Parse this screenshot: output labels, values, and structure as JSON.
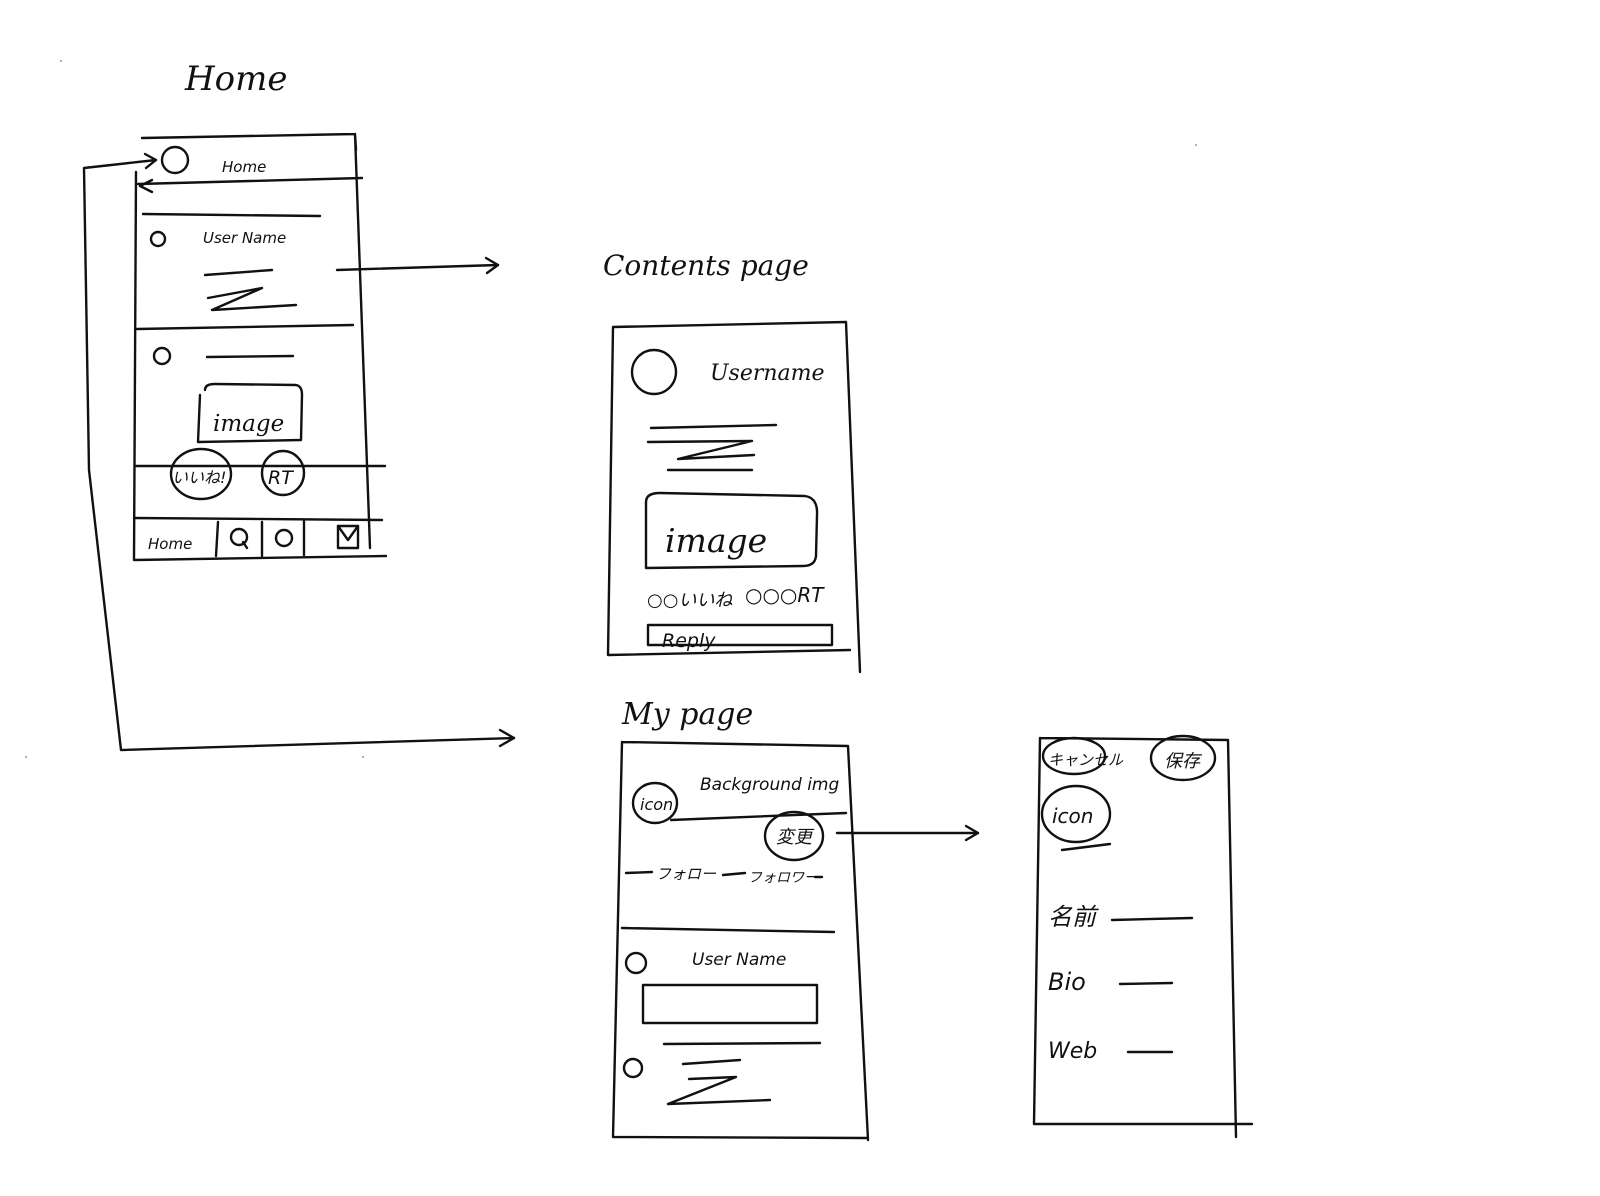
{
  "titles": {
    "home": "Home",
    "contents": "Contents page",
    "mypage": "My page"
  },
  "home": {
    "header": "Home",
    "post1_user": "User Name",
    "image": "image",
    "like": "いいね!",
    "rt": "RT",
    "tab_home": "Home"
  },
  "contents": {
    "username": "Username",
    "image": "image",
    "likes": "○○いいね",
    "rts": "○○○RT",
    "reply": "Reply"
  },
  "mypage": {
    "icon": "icon",
    "background": "Background img",
    "edit": "変更",
    "follow": "フォロー",
    "follower": "フォロワー",
    "post_user": "User Name"
  },
  "edit_page": {
    "cancel": "キャンセル",
    "save": "保存",
    "icon": "icon",
    "name_label": "名前",
    "bio_label": "Bio",
    "web_label": "Web"
  },
  "colors": {
    "ink": "#111111",
    "paper": "#ffffff"
  }
}
